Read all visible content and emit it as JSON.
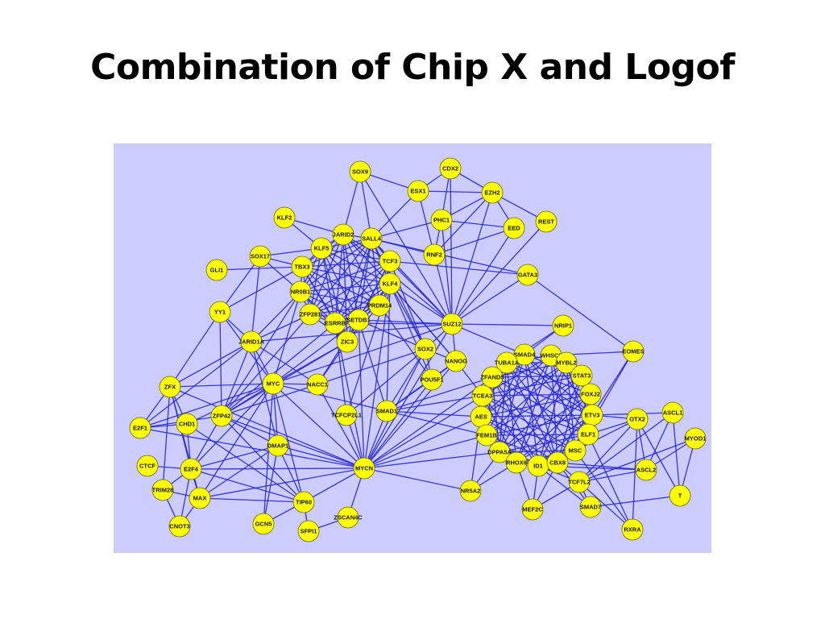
{
  "slide": {
    "title": "Combination of Chip X and Logof"
  },
  "colors": {
    "panel_background": "#ccccff",
    "node_fill": "#ffff00",
    "edge": "#2a2ad6"
  },
  "network": {
    "nodes": [
      "SOX9",
      "CDX2",
      "ESX1",
      "EZH2",
      "KLF2",
      "JARID2",
      "PHC1",
      "EED",
      "REST",
      "SALL4",
      "KLF5",
      "SOX17",
      "RNF2",
      "TCF3",
      "TBX3",
      "GLI1",
      "GATA3",
      "KLF4",
      "NR0B1",
      "PRDM14",
      "ZFP281",
      "YY1",
      "SETDB1",
      "ESRRB",
      "SUZ12",
      "NRIP1",
      "ZIC3",
      "JARID1A",
      "SOX2",
      "EOMES",
      "NANOG",
      "SMAD4",
      "WHSC2",
      "TUBA1A",
      "MYBL2",
      "STAT3",
      "ZFAND5",
      "POU5F1",
      "MYC",
      "NACC1",
      "ZFX",
      "FOXJ2",
      "TCEA3",
      "ASCL1",
      "ETV3",
      "SMAD1",
      "OTX2",
      "TCFCP2L1",
      "ZFP42",
      "CHD1",
      "E2F1",
      "AES",
      "ELF1",
      "MYOD1",
      "FEM1B",
      "DMAP1",
      "MSC",
      "DPPA5A",
      "RHOX6",
      "ID1",
      "CBX8",
      "E2F4",
      "CTCF",
      "MYCN",
      "ASCL2",
      "TRIM28",
      "TCF7L2",
      "T",
      "NR5A2",
      "MAX",
      "TIP60",
      "SMAD7",
      "MEF2C",
      "ZSCAN4C",
      "GCN5",
      "SFPI1",
      "CNOT3",
      "RXRA"
    ]
  }
}
